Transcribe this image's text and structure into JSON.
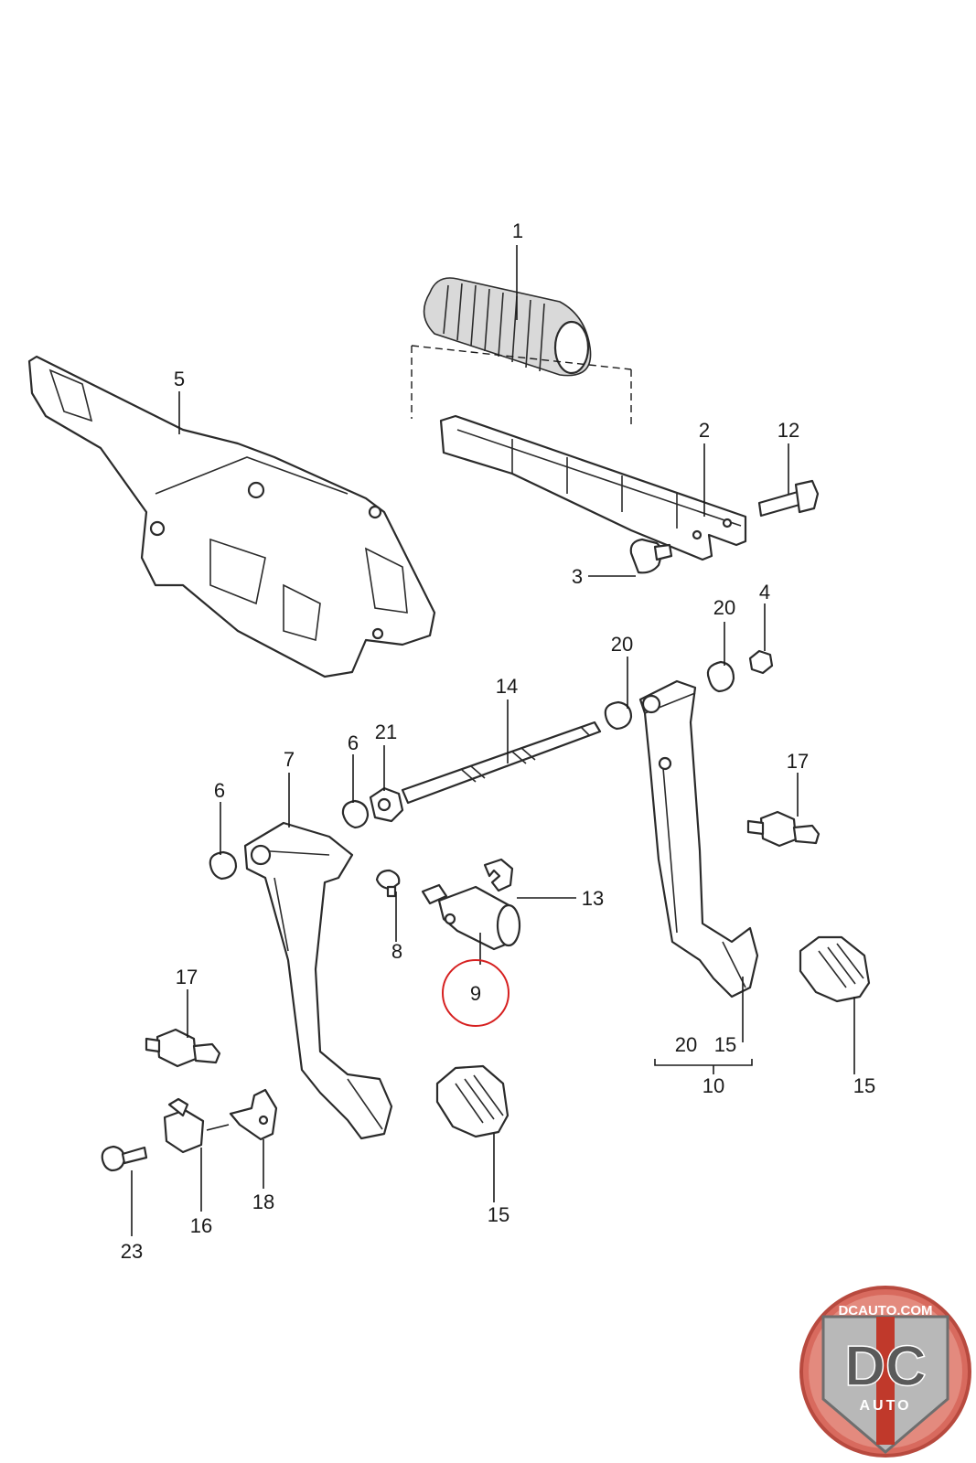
{
  "callouts": {
    "c1": "1",
    "c2": "2",
    "c3": "3",
    "c4": "4",
    "c5": "5",
    "c6a": "6",
    "c6b": "6",
    "c7": "7",
    "c8": "8",
    "c9": "9",
    "c10": "10",
    "c12": "12",
    "c13": "13",
    "c14": "14",
    "c15a": "15",
    "c15b": "15",
    "c15c": "15",
    "c16": "16",
    "c17a": "17",
    "c17b": "17",
    "c18": "18",
    "c20a": "20",
    "c20b": "20",
    "c20c": "20",
    "c21": "21",
    "c23": "23"
  },
  "highlight": {
    "part": "9",
    "color": "#d62020"
  },
  "logo": {
    "top_text": "DCAUTO.COM",
    "main_text": "DC",
    "sub_text": "AUTO"
  },
  "colors": {
    "line": "#2b2b2b",
    "logo_red": "#c0392b",
    "logo_silver": "#b8b8b8"
  }
}
